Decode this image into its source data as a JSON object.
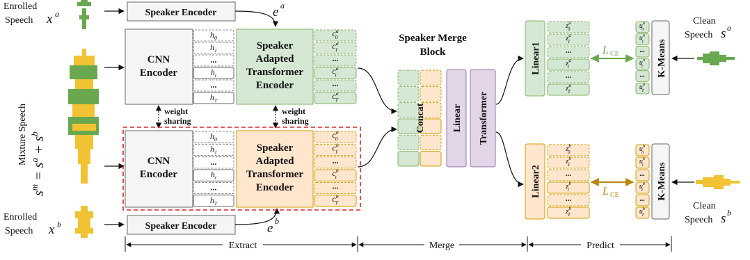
{
  "left_labels": {
    "enrolled_a_line1": "Enrolled",
    "enrolled_a_line2": "Speech",
    "enrolled_a_sym": "x",
    "enrolled_a_sup": "a",
    "enrolled_b_line1": "Enrolled",
    "enrolled_b_line2": "Speech",
    "enrolled_b_sym": "x",
    "enrolled_b_sup": "b",
    "mixture_label": "Mixture Speech",
    "mixture_formula": "s",
    "mixture_formula_sup": "m",
    "mixture_formula_rest": " = s",
    "mixture_formula_sup2": "a",
    "mixture_formula_plus": " + s",
    "mixture_formula_sup3": "b"
  },
  "encoders": {
    "speaker_encoder": "Speaker Encoder",
    "cnn_line1": "CNN",
    "cnn_line2": "Encoder",
    "sat_line1": "Speaker",
    "sat_line2": "Adapted",
    "sat_line3": "Transformer",
    "sat_line4": "Encoder",
    "e_sym": "e",
    "e_sup_a": "a",
    "e_sup_b": "b"
  },
  "hidden_states": [
    "h0",
    "h1",
    "...",
    "ht",
    "...",
    "hT"
  ],
  "hidden_states_subs": [
    "0",
    "1",
    "",
    "t",
    "",
    "T"
  ],
  "c_states_subs": [
    "0",
    "1",
    "",
    "t",
    "",
    "T"
  ],
  "weight_sharing": [
    "weight",
    "sharing"
  ],
  "merge": {
    "title_line1": "Speaker Merge",
    "title_line2": "Block",
    "concat": "Concat",
    "linear": "Linear",
    "transformer": "Transformer"
  },
  "predict": {
    "linear1": "Linear1",
    "linear2": "Linear2",
    "kmeans": "K-Means",
    "loss": "L",
    "loss_sub": "CE",
    "clean_line1": "Clean",
    "clean_line2": "Speech",
    "clean_sym": "s",
    "z_subs": [
      "0",
      "1",
      "",
      "t",
      "",
      "T"
    ],
    "u_subs": [
      "0",
      "1",
      "",
      "t",
      "",
      "T"
    ]
  },
  "stages": [
    "Extract",
    "Merge",
    "Predict"
  ],
  "colors": {
    "green_fill": "#d5e8d4",
    "green_stroke": "#82b366",
    "orange_fill": "#ffe6cc",
    "orange_stroke": "#d79b00",
    "purple_fill": "#e1d5e7",
    "purple_stroke": "#9673a6",
    "gray_fill": "#f5f5f5",
    "gray_stroke": "#666666",
    "red_dash": "#e02020",
    "wave_green": "#6aa84f",
    "wave_yellow": "#f1c232"
  }
}
